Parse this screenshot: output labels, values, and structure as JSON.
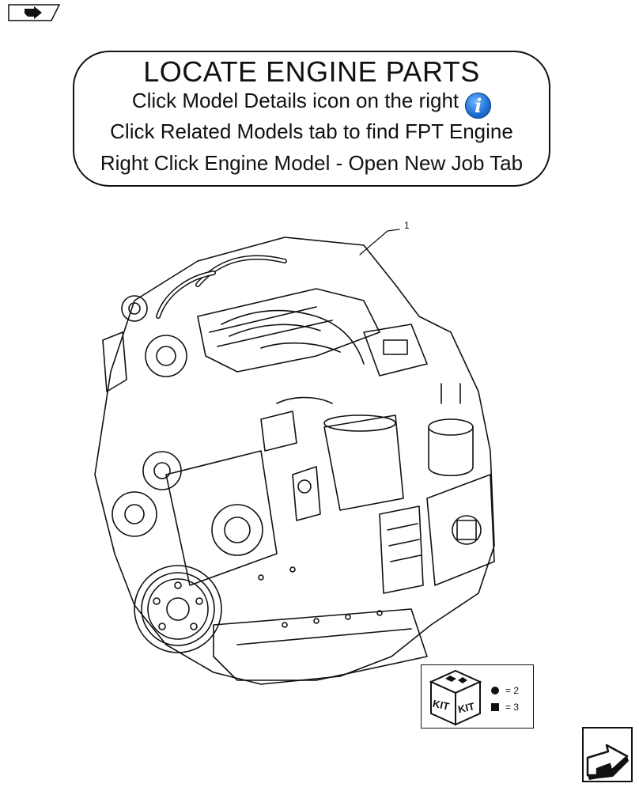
{
  "callout": {
    "title": "LOCATE ENGINE PARTS",
    "line1": "Click Model Details icon on the right",
    "line2": "Click Related Models tab to find FPT Engine",
    "line3": "Right Click Engine Model - Open New Job Tab",
    "info_icon_glyph": "i"
  },
  "diagram": {
    "part_callout": "1"
  },
  "kit_legend": {
    "circle_label": "= 2",
    "square_label": "= 3",
    "kit_text_1": "KIT",
    "kit_text_2": "KIT"
  },
  "icons": {
    "top_left": "back-arrow-icon",
    "bottom_right": "next-page-arrow-icon"
  }
}
